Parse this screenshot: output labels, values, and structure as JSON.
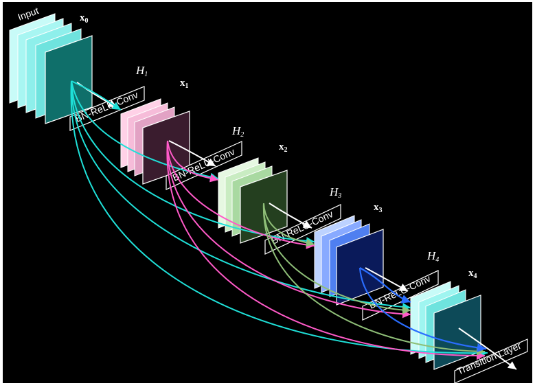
{
  "input_label": "Input",
  "layer_block_label": "BN-ReLU-Conv",
  "transition_label": "Transition Layer",
  "colors": {
    "background": "#000000",
    "input": "#9ff5f0",
    "h1": "#ffb7d9",
    "h2": "#c8ecc4",
    "h3": "#78a6ff",
    "h4": "#9ff5f0",
    "cyan_arrow": "#1fe0d8",
    "pink_arrow": "#ff5ac8",
    "green_arrow": "#8fbf78",
    "blue_arrow": "#2a6dff"
  },
  "stages": [
    {
      "id": "x0",
      "x_main": "x",
      "x_sub": "0"
    },
    {
      "id": "x1",
      "x_main": "x",
      "x_sub": "1",
      "h_main": "H",
      "h_sub": "1"
    },
    {
      "id": "x2",
      "x_main": "x",
      "x_sub": "2",
      "h_main": "H",
      "h_sub": "2"
    },
    {
      "id": "x3",
      "x_main": "x",
      "x_sub": "3",
      "h_main": "H",
      "h_sub": "3"
    },
    {
      "id": "x4",
      "x_main": "x",
      "x_sub": "4",
      "h_main": "H",
      "h_sub": "4"
    }
  ]
}
